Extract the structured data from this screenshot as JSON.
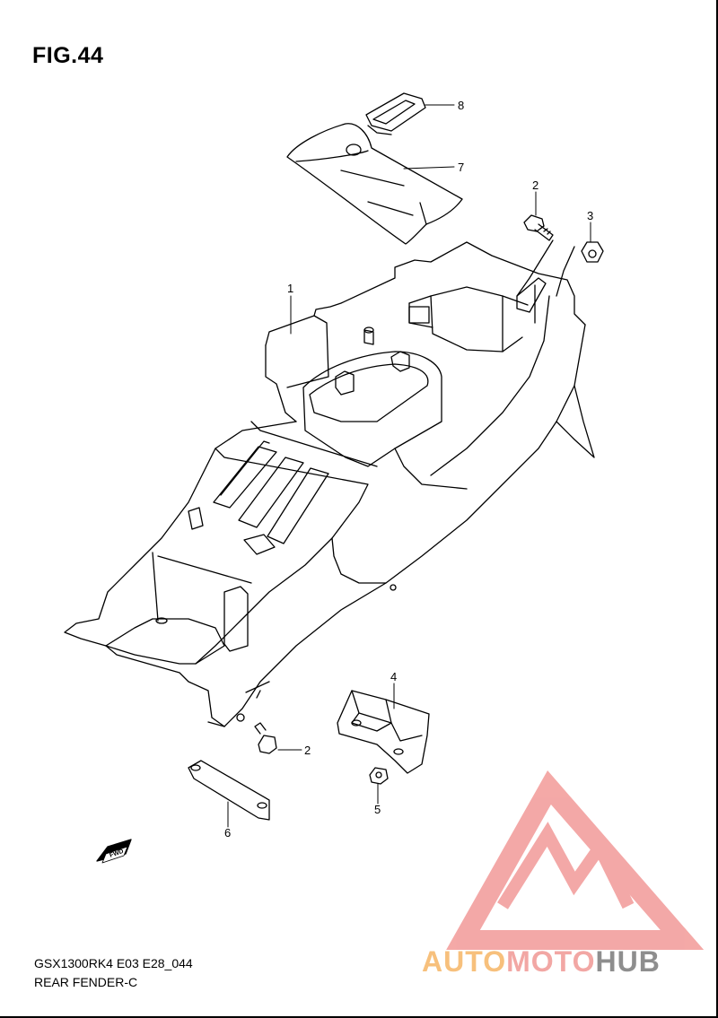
{
  "figure": {
    "title": "FIG.44"
  },
  "callouts": [
    {
      "id": "c8",
      "label": "8"
    },
    {
      "id": "c7",
      "label": "7"
    },
    {
      "id": "c2a",
      "label": "2"
    },
    {
      "id": "c3",
      "label": "3"
    },
    {
      "id": "c1",
      "label": "1"
    },
    {
      "id": "c4",
      "label": "4"
    },
    {
      "id": "c2b",
      "label": "2"
    },
    {
      "id": "c5",
      "label": "5"
    },
    {
      "id": "c6",
      "label": "6"
    }
  ],
  "fwd_badge": "FWD",
  "footer": {
    "model_code": "GSX1300RK4 E03 E28_044",
    "part_name": "REAR FENDER-C"
  },
  "watermark": {
    "part1": "AUTO",
    "part2": "MOTO",
    "part3": "HUB",
    "colors": {
      "orange": "#f7c07c",
      "pink": "#f2a7a4",
      "gray": "#8e8e8e",
      "logo": "#f29a98"
    }
  }
}
